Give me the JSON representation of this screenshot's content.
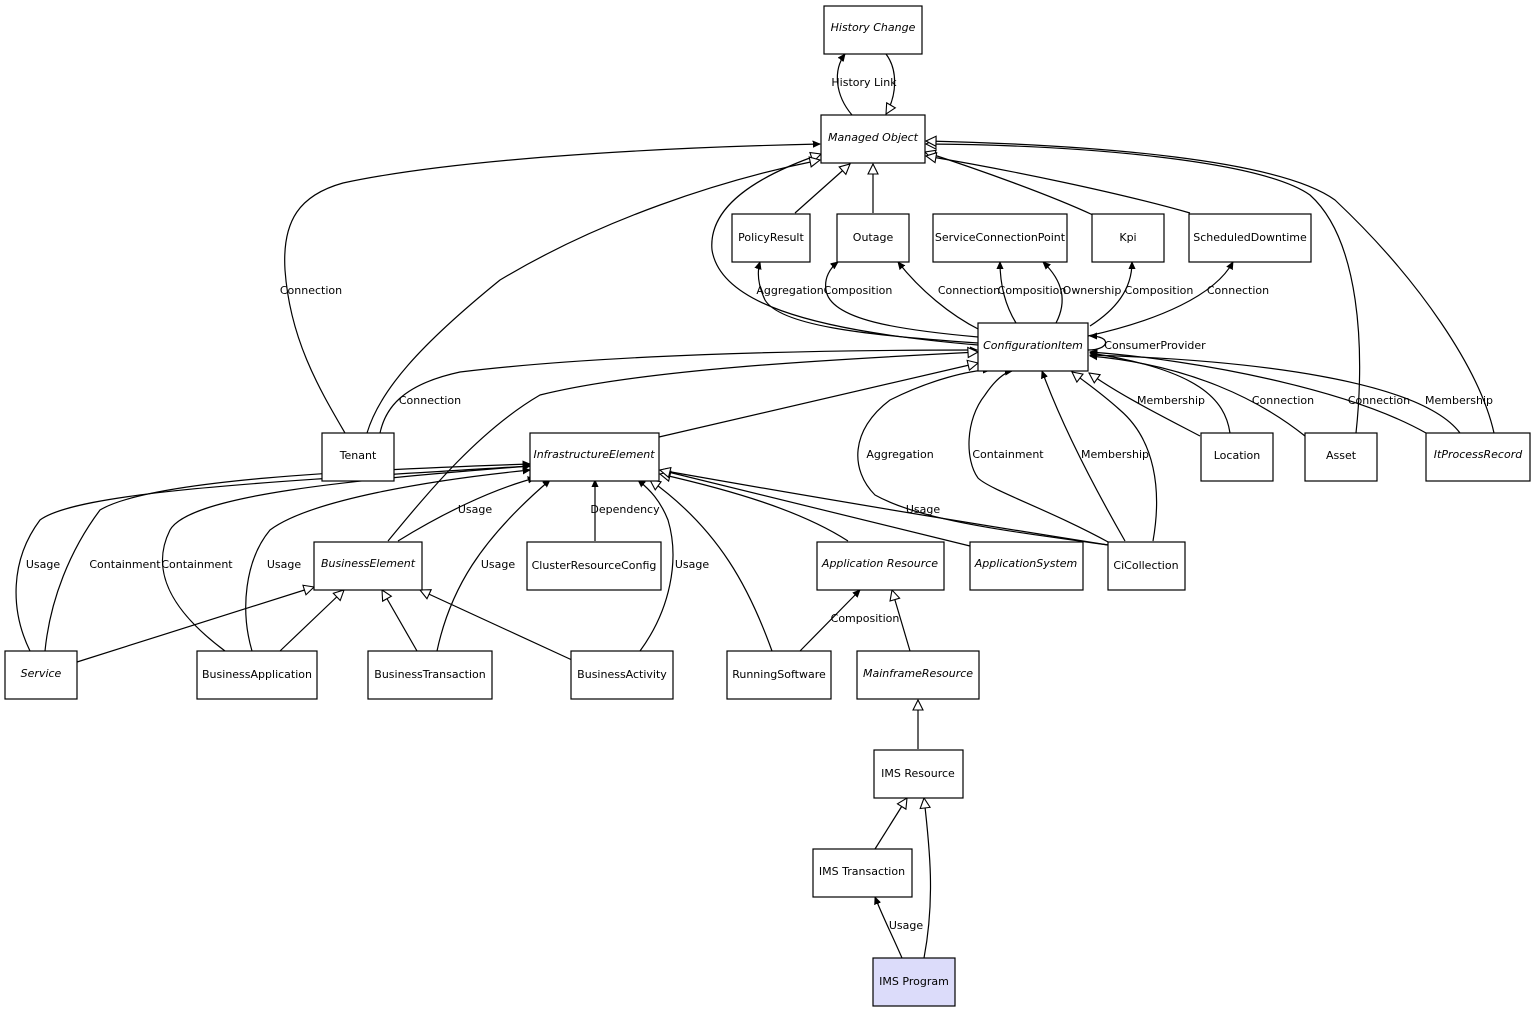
{
  "diagram": {
    "highlight_fill": "#dcdcfa",
    "node_fill": "#ffffff",
    "nodes": {
      "history_change": {
        "label": "History Change",
        "abstract": true
      },
      "managed_object": {
        "label": "Managed Object",
        "abstract": true
      },
      "policy_result": {
        "label": "PolicyResult",
        "abstract": false
      },
      "outage": {
        "label": "Outage",
        "abstract": false
      },
      "service_connection_point": {
        "label": "ServiceConnectionPoint",
        "abstract": false
      },
      "kpi": {
        "label": "Kpi",
        "abstract": false
      },
      "scheduled_downtime": {
        "label": "ScheduledDowntime",
        "abstract": false
      },
      "configuration_item": {
        "label": "ConfigurationItem",
        "abstract": true
      },
      "tenant": {
        "label": "Tenant",
        "abstract": false
      },
      "infrastructure_element": {
        "label": "InfrastructureElement",
        "abstract": true
      },
      "location": {
        "label": "Location",
        "abstract": false
      },
      "asset": {
        "label": "Asset",
        "abstract": false
      },
      "it_process_record": {
        "label": "ItProcessRecord",
        "abstract": true
      },
      "business_element": {
        "label": "BusinessElement",
        "abstract": true
      },
      "cluster_resource_config": {
        "label": "ClusterResourceConfig",
        "abstract": false
      },
      "application_resource": {
        "label": "Application Resource",
        "abstract": true
      },
      "application_system": {
        "label": "ApplicationSystem",
        "abstract": true
      },
      "ci_collection": {
        "label": "CiCollection",
        "abstract": false
      },
      "service": {
        "label": "Service",
        "abstract": true
      },
      "business_application": {
        "label": "BusinessApplication",
        "abstract": false
      },
      "business_transaction": {
        "label": "BusinessTransaction",
        "abstract": false
      },
      "business_activity": {
        "label": "BusinessActivity",
        "abstract": false
      },
      "running_software": {
        "label": "RunningSoftware",
        "abstract": false
      },
      "mainframe_resource": {
        "label": "MainframeResource",
        "abstract": true
      },
      "ims_resource": {
        "label": "IMS Resource",
        "abstract": false
      },
      "ims_transaction": {
        "label": "IMS Transaction",
        "abstract": false
      },
      "ims_program": {
        "label": "IMS Program",
        "abstract": false,
        "highlighted": true
      }
    },
    "edges": {
      "history_link": "History Link",
      "tenant_mo_connection": "Connection",
      "tenant_ci_connection": "Connection",
      "ci_policy_aggregation": "Aggregation",
      "ci_outage_composition": "Composition",
      "ci_outage_connection": "Connection",
      "ci_scp_composition": "Composition",
      "ci_scp_ownership": "Ownership",
      "ci_kpi_composition": "Composition",
      "ci_sd_connection": "Connection",
      "ci_consumer_provider": "ConsumerProvider",
      "location_membership": "Membership",
      "asset_connection": "Connection",
      "itpr_connection": "Connection",
      "itpr_membership": "Membership",
      "cicol_aggregation": "Aggregation",
      "cicol_containment": "Containment",
      "cicol_membership": "Membership",
      "cicol_usage": "Usage",
      "service_usage": "Usage",
      "service_containment": "Containment",
      "ba_containment": "Containment",
      "ba_usage": "Usage",
      "be_usage": "Usage",
      "cluster_dependency": "Dependency",
      "bt_usage": "Usage",
      "bact_usage": "Usage",
      "rs_composition": "Composition",
      "ims_program_usage": "Usage"
    }
  }
}
